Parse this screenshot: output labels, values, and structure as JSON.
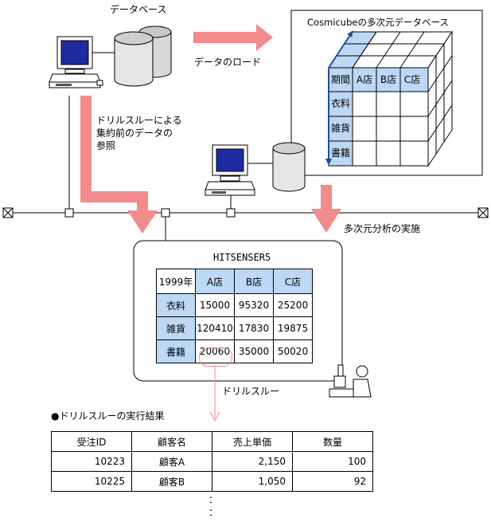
{
  "labels": {
    "database": "データベース",
    "data_load": "データのロード",
    "drill_ref_line1": "ドリルスルーによる",
    "drill_ref_line2": "集約前のデータの",
    "drill_ref_line3": "参照",
    "cosmicube_title": "Cosmicubeの多次元データベース",
    "analysis": "多次元分析の実施",
    "drill_through": "ドリルスルー",
    "result_title": "●ドリルスルーの実行結果",
    "ellipsis": "：",
    "ellipsis2": "："
  },
  "cube": {
    "header": [
      "期間",
      "A店",
      "B店",
      "C店"
    ],
    "rows": [
      "衣料",
      "雑貨",
      "書籍"
    ]
  },
  "hitsenser": {
    "title": "HITSENSER5",
    "header": [
      "1999年",
      "A店",
      "B店",
      "C店"
    ],
    "rows": [
      {
        "label": "衣料",
        "values": [
          "15000",
          "95320",
          "25200"
        ]
      },
      {
        "label": "雑貨",
        "values": [
          "120410",
          "17830",
          "19875"
        ]
      },
      {
        "label": "書籍",
        "values": [
          "20060",
          "35000",
          "50020"
        ]
      }
    ],
    "highlighted_value": "20060"
  },
  "result": {
    "columns": [
      "受注ID",
      "顧客名",
      "売上単価",
      "数量"
    ],
    "rows": [
      [
        "10223",
        "顧客A",
        "2,150",
        "100"
      ],
      [
        "10225",
        "顧客B",
        "1,050",
        "92"
      ]
    ]
  },
  "colors": {
    "arrow": "#f28b8b",
    "cell_blue": "#bcd8f5",
    "cube_dark": "#1f4e9c"
  }
}
